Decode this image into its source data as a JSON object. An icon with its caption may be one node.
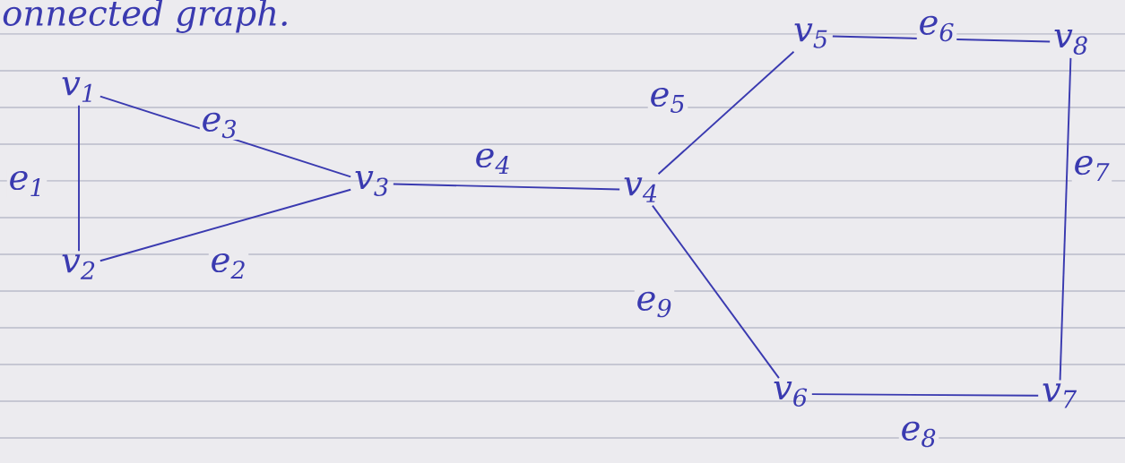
{
  "diagram": {
    "title": "onnected graph.",
    "nodes": [
      {
        "text": [
          "v$_{1}$"
        ]
      },
      {
        "text": [
          "v$_{2}$"
        ]
      },
      {
        "text": [
          "v$_{3}$"
        ]
      },
      {
        "text": [
          "v$_{4}$"
        ]
      },
      {
        "text": [
          "v$_{5}$"
        ]
      },
      {
        "text": [
          "v$_{8}$"
        ]
      },
      {
        "text": [
          "v$_{6}$"
        ]
      },
      {
        "text": [
          "v$_{7}$"
        ]
      }
    ],
    "edges": [
      {
        "from": 0,
        "to": 1,
        "arrow": "none",
        "label": "e$_{1}$"
      },
      {
        "from": 1,
        "to": 2,
        "arrow": "none",
        "label": "e$_{2}$"
      },
      {
        "from": 0,
        "to": 2,
        "arrow": "none",
        "label": "e$_{3}$"
      },
      {
        "from": 2,
        "to": 3,
        "arrow": "none",
        "label": "e$_{4}$"
      },
      {
        "from": 3,
        "to": 4,
        "arrow": "none",
        "label": "e$_{5}$"
      },
      {
        "from": 4,
        "to": 5,
        "arrow": "none",
        "label": "e$_{6}$"
      },
      {
        "from": 5,
        "to": 7,
        "arrow": "none",
        "label": "e$_{7}$"
      },
      {
        "from": 6,
        "to": 7,
        "arrow": "none",
        "label": "e$_{8}$"
      },
      {
        "from": 3,
        "to": 6,
        "arrow": "none",
        "label": "e$_{9}$"
      }
    ]
  }
}
